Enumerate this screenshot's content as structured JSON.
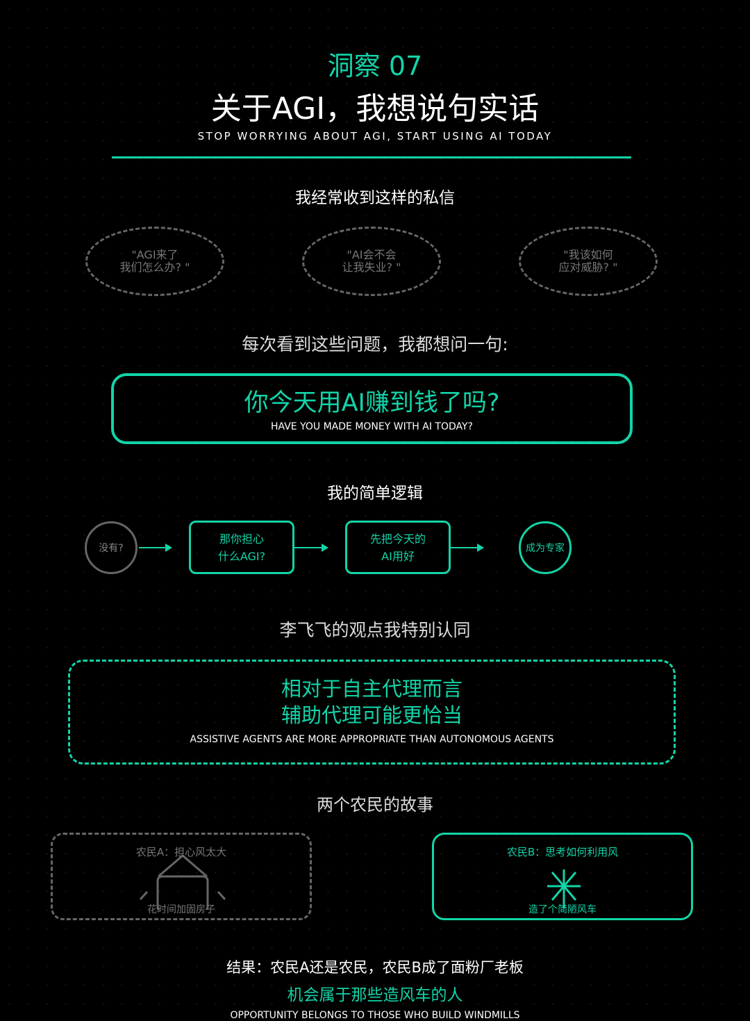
{
  "header": {
    "kicker": "洞察 07",
    "title": "关于AGI，我想说句实话",
    "subtitle": "STOP WORRYING ABOUT AGI, START USING AI TODAY"
  },
  "messages": {
    "heading": "我经常收到这样的私信",
    "items": [
      {
        "line1": "\"AGI来了",
        "line2": "我们怎么办? \""
      },
      {
        "line1": "\"AI会不会",
        "line2": "让我失业? \""
      },
      {
        "line1": "\"我该如何",
        "line2": "应对威胁? \""
      }
    ]
  },
  "question": {
    "intro": "每次看到这些问题，我都想问一句:",
    "main": "你今天用AI赚到钱了吗?",
    "en": "HAVE YOU MADE MONEY WITH AI TODAY?"
  },
  "logic": {
    "heading": "我的简单逻辑",
    "start": "没有?",
    "step1": {
      "line1": "那你担心",
      "line2": "什么AGI?"
    },
    "step2": {
      "line1": "先把今天的",
      "line2": "AI用好"
    },
    "end": "成为专家"
  },
  "quote": {
    "intro": "李飞飞的观点我特别认同",
    "line1": "相对于自主代理而言",
    "line2": "辅助代理可能更恰当",
    "en": "ASSISTIVE AGENTS ARE MORE APPROPRIATE THAN AUTONOMOUS AGENTS"
  },
  "story": {
    "heading": "两个农民的故事",
    "farmerA": {
      "title": "农民A：担心风太大",
      "caption": "花时间加固房子"
    },
    "farmerB": {
      "title": "农民B：思考如何利用风",
      "caption": "造了个简陋风车"
    }
  },
  "result": {
    "text": "结果：农民A还是农民，农民B成了面粉厂老板",
    "highlight": "机会属于那些造风车的人",
    "en": "OPPORTUNITY BELONGS TO THOSE WHO BUILD WINDMILLS"
  },
  "colors": {
    "accent": "#12d4a8",
    "background": "#000000",
    "muted": "#666666"
  }
}
